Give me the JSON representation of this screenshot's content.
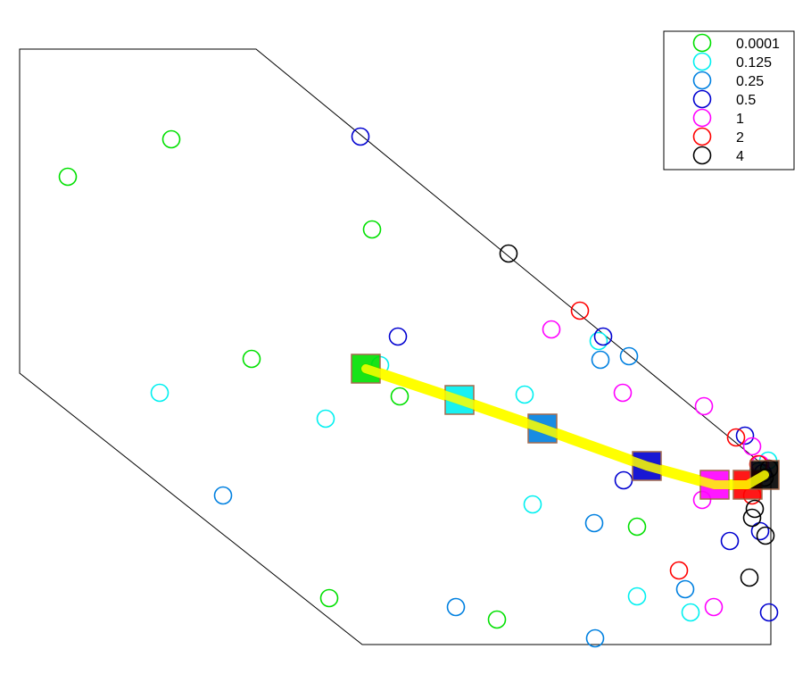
{
  "chart_data": {
    "type": "scatter",
    "title": "",
    "xlabel": "",
    "ylabel": "",
    "grid": false,
    "axes_visible": false,
    "legend_placement": "top-right",
    "xlim": [
      0,
      909
    ],
    "ylim": [
      0,
      755
    ],
    "boundary_polygon": [
      [
        22,
        55
      ],
      [
        287,
        55
      ],
      [
        864,
        528
      ],
      [
        864,
        722
      ],
      [
        406,
        722
      ],
      [
        22,
        418
      ]
    ],
    "series": [
      {
        "name": "0.0001",
        "color": "#00e000",
        "points": [
          [
            76,
            198
          ],
          [
            192,
            156
          ],
          [
            417,
            257
          ],
          [
            282,
            402
          ],
          [
            448,
            444
          ],
          [
            369,
            670
          ],
          [
            557,
            694
          ],
          [
            714,
            590
          ]
        ],
        "mean": [
          410,
          413
        ]
      },
      {
        "name": "0.125",
        "color": "#00f0f0",
        "points": [
          [
            179,
            440
          ],
          [
            365,
            469
          ],
          [
            426,
            409
          ],
          [
            588,
            442
          ],
          [
            671,
            382
          ],
          [
            597,
            565
          ],
          [
            714,
            668
          ],
          [
            774,
            686
          ],
          [
            861,
            516
          ]
        ],
        "mean": [
          515,
          448
        ]
      },
      {
        "name": "0.25",
        "color": "#0080e0",
        "points": [
          [
            250,
            555
          ],
          [
            511,
            680
          ],
          [
            667,
            715
          ],
          [
            666,
            586
          ],
          [
            673,
            403
          ],
          [
            705,
            399
          ],
          [
            768,
            660
          ],
          [
            850,
            528
          ]
        ],
        "mean": [
          608,
          480
        ]
      },
      {
        "name": "0.5",
        "color": "#0000d0",
        "points": [
          [
            404,
            153
          ],
          [
            446,
            377
          ],
          [
            676,
            377
          ],
          [
            699,
            538
          ],
          [
            818,
            606
          ],
          [
            835,
            488
          ],
          [
            852,
            595
          ],
          [
            862,
            686
          ],
          [
            855,
            530
          ]
        ],
        "mean": [
          725,
          522
        ]
      },
      {
        "name": "1",
        "color": "#ff00ff",
        "points": [
          [
            618,
            369
          ],
          [
            698,
            440
          ],
          [
            789,
            455
          ],
          [
            787,
            560
          ],
          [
            800,
            680
          ],
          [
            843,
            500
          ],
          [
            852,
            520
          ]
        ],
        "mean": [
          801,
          543
        ]
      },
      {
        "name": "2",
        "color": "#ff0000",
        "points": [
          [
            650,
            348
          ],
          [
            761,
            639
          ],
          [
            825,
            490
          ],
          [
            843,
            555
          ],
          [
            850,
            520
          ]
        ],
        "mean": [
          838,
          543
        ]
      },
      {
        "name": "4",
        "color": "#000000",
        "points": [
          [
            570,
            284
          ],
          [
            840,
            647
          ],
          [
            843,
            580
          ],
          [
            846,
            570
          ],
          [
            858,
            600
          ],
          [
            862,
            525
          ],
          [
            857,
            535
          ]
        ],
        "mean": [
          857,
          532
        ]
      }
    ],
    "mean_path_color": "#ffff00"
  }
}
